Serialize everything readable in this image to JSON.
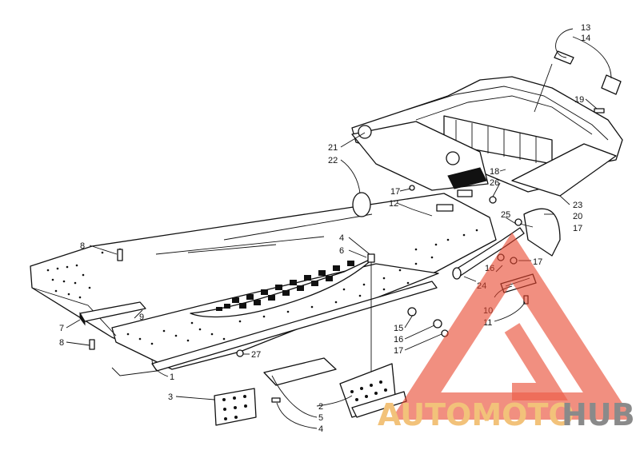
{
  "callouts": [
    {
      "id": "c13",
      "label": "13"
    },
    {
      "id": "c14",
      "label": "14"
    },
    {
      "id": "c19",
      "label": "19"
    },
    {
      "id": "c21",
      "label": "21"
    },
    {
      "id": "c22",
      "label": "22"
    },
    {
      "id": "c18",
      "label": "18"
    },
    {
      "id": "c26",
      "label": "26"
    },
    {
      "id": "c17a",
      "label": "17"
    },
    {
      "id": "c12",
      "label": "12"
    },
    {
      "id": "c23",
      "label": "23"
    },
    {
      "id": "c20",
      "label": "20"
    },
    {
      "id": "c25",
      "label": "25"
    },
    {
      "id": "c17b",
      "label": "17"
    },
    {
      "id": "c8a",
      "label": "8"
    },
    {
      "id": "c4a",
      "label": "4"
    },
    {
      "id": "c6",
      "label": "6"
    },
    {
      "id": "c16a",
      "label": "16"
    },
    {
      "id": "c17c",
      "label": "17"
    },
    {
      "id": "c24",
      "label": "24"
    },
    {
      "id": "c10",
      "label": "10"
    },
    {
      "id": "c11",
      "label": "11"
    },
    {
      "id": "c7",
      "label": "7"
    },
    {
      "id": "c9",
      "label": "9"
    },
    {
      "id": "c8b",
      "label": "8"
    },
    {
      "id": "c15",
      "label": "15"
    },
    {
      "id": "c16b",
      "label": "16"
    },
    {
      "id": "c17d",
      "label": "17"
    },
    {
      "id": "c27",
      "label": "27"
    },
    {
      "id": "c1",
      "label": "1"
    },
    {
      "id": "c3",
      "label": "3"
    },
    {
      "id": "c2",
      "label": "2"
    },
    {
      "id": "c5",
      "label": "5"
    },
    {
      "id": "c4b",
      "label": "4"
    }
  ],
  "watermark": {
    "brand_part1": "AUTOMOTO",
    "brand_part2": "HUB",
    "colors": {
      "logo": "#e8442c",
      "text_light": "#f2c27a",
      "text_dark": "#8a8a8a"
    }
  }
}
